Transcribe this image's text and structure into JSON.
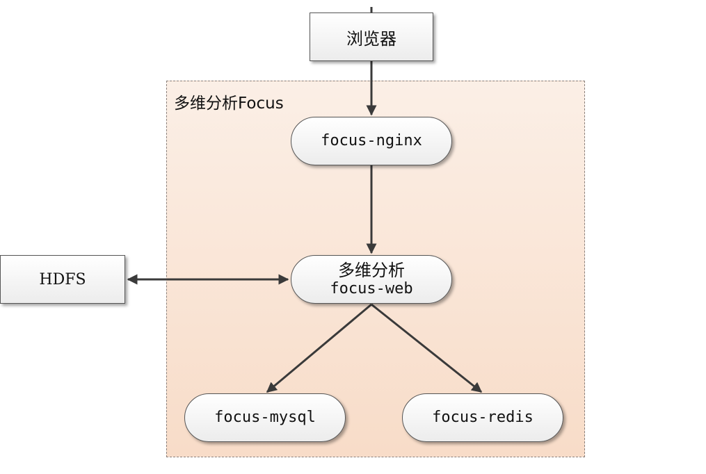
{
  "group": {
    "title": "多维分析Focus"
  },
  "nodes": {
    "browser": "浏览器",
    "hdfs": "HDFS",
    "nginx": "focus-nginx",
    "web_cn": "多维分析",
    "web": "focus-web",
    "mysql": "focus-mysql",
    "redis": "focus-redis"
  },
  "colors": {
    "arrow": "#3a3a3a",
    "group_fill_top": "#fbefe6",
    "group_fill_bottom": "#f8dcc8",
    "node_border": "#555555"
  }
}
